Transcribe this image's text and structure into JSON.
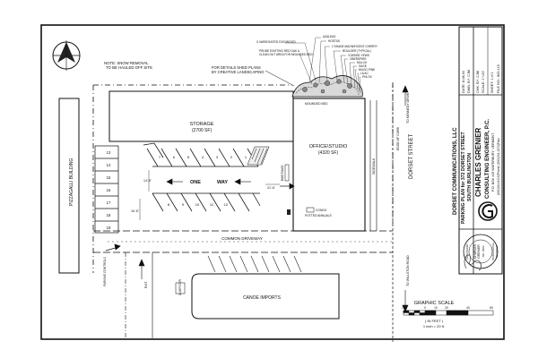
{
  "drawing": {
    "snow_note": [
      "NOTE: SNOW REMOVAL",
      "TO BE HAULED OFF SITE"
    ],
    "shed_note": [
      "FOR DETAILS SHED PLANS",
      "BY CREATIVE LANDSCAPING"
    ],
    "landscape_labels": [
      "3 VARIEGATED DOGWOOD",
      "PRUNE EXISTING RED OAK &",
      "CLEAN OUT AREA FOR MOUNDED BED",
      "AZALEAS",
      "HOSTAS",
      "2 SHADE MAGNIFICENT CHERRY",
      "BOULDER (TYPICAL)",
      "3 DENSE YEWS",
      "OBERSPIRE",
      "MULCH",
      "SAGE",
      "MUGO PINE",
      "LILAC",
      "PHLOX",
      "MOUNDED BED"
    ],
    "storage_label": "STORAGE",
    "storage_area": "(2700 SF)",
    "office_label": "OFFICE\\STUDIO",
    "office_area": "(4320 SF)",
    "one_way": [
      "ONE",
      "WAY"
    ],
    "left_stalls": [
      "13",
      "14",
      "15",
      "16",
      "17",
      "18",
      "19"
    ],
    "top_stalls": [
      "7",
      "6",
      "5",
      "4",
      "3",
      "2",
      "1"
    ],
    "bottom_stalls": [
      "8",
      "9",
      "10",
      "11",
      "12"
    ],
    "dims": [
      "14'-6\"",
      "16'-6\"",
      "21'-6\""
    ],
    "bike_rack": "BIKE RACK",
    "sidewalk": "SIDEWALK",
    "edge_of_curb": "EDGE OF CURB",
    "potted_annuals": "POTTED ANNUALS",
    "condo": "CONDO",
    "common_driveway": "COMMON DRIVEWAY",
    "pizzagalli": "PIZZAGALLI BUILDING",
    "canoe": "CANOE IMPORTS",
    "kennedy": "TO KENNEDY DRIVE",
    "willston": "TO WILLSTON ROAD",
    "dorset": "DORSET STREET",
    "parking_controls": "PARKING CONTROLS",
    "dumpster": "DUMPSTER",
    "exit": "EXIT",
    "graphic_scale": {
      "title": "GRAPHIC SCALE",
      "ticks": [
        "20",
        "0",
        "10",
        "20",
        "40",
        "80"
      ],
      "units": "( IN FEET )",
      "ratio": "1 inch = 20 ft."
    }
  },
  "title_block": {
    "client": "DORSET COMMUNICATIONS, LLC",
    "plan": "PARKING PLAN for 372 DORSET STREET",
    "town": "SOUTH BURLINGTON",
    "firm_1": "CHARLES GRENIER",
    "firm_2": "CONSULTING ENGINEER, P.C.",
    "address": "P.O. BOX 445    WATERBURY, VERMONT",
    "phone": "(802)244-6413(Phone)    (802)244-1572(Fax)",
    "info": [
      "DATE: 8-08-04",
      "DWN. BY: CJM",
      "CHK. BY: CJM",
      "SCALE: 1\"=20'",
      "SHEET: 1 of 1",
      "FILE NO.: WO-115"
    ],
    "seal": [
      "CHARLES",
      "GRENIER",
      "NO. 3803",
      "REGISTERED",
      "PROFESSIONAL",
      "ENGINEER"
    ]
  }
}
